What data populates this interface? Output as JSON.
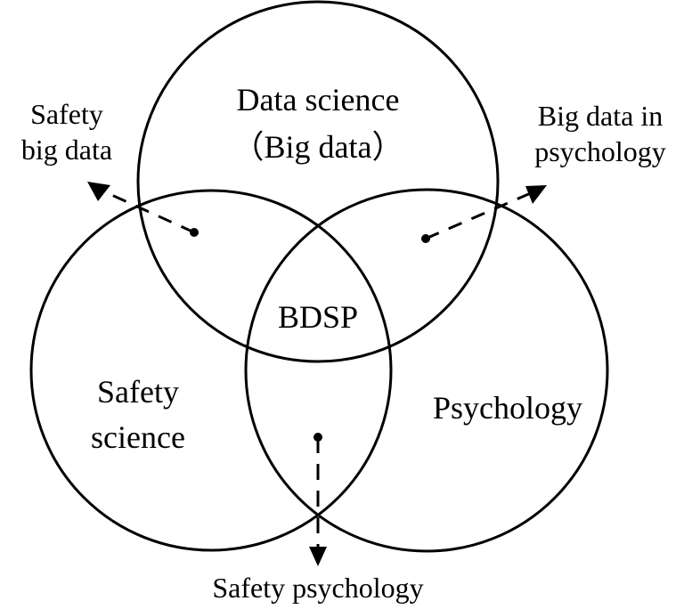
{
  "diagram": {
    "type": "venn",
    "circles": [
      {
        "id": "data-science",
        "label_line1": "Data science",
        "label_line2": "（Big data）"
      },
      {
        "id": "safety-science",
        "label_line1": "Safety",
        "label_line2": "science"
      },
      {
        "id": "psychology",
        "label_line1": "Psychology"
      }
    ],
    "center_label": "BDSP",
    "intersections": {
      "safety_big_data": {
        "line1": "Safety",
        "line2": "big data"
      },
      "big_data_in_psychology": {
        "line1": "Big data in",
        "line2": "psychology"
      },
      "safety_psychology": {
        "line1": "Safety psychology"
      }
    },
    "colors": {
      "stroke": "#000000",
      "background": "#ffffff"
    }
  }
}
